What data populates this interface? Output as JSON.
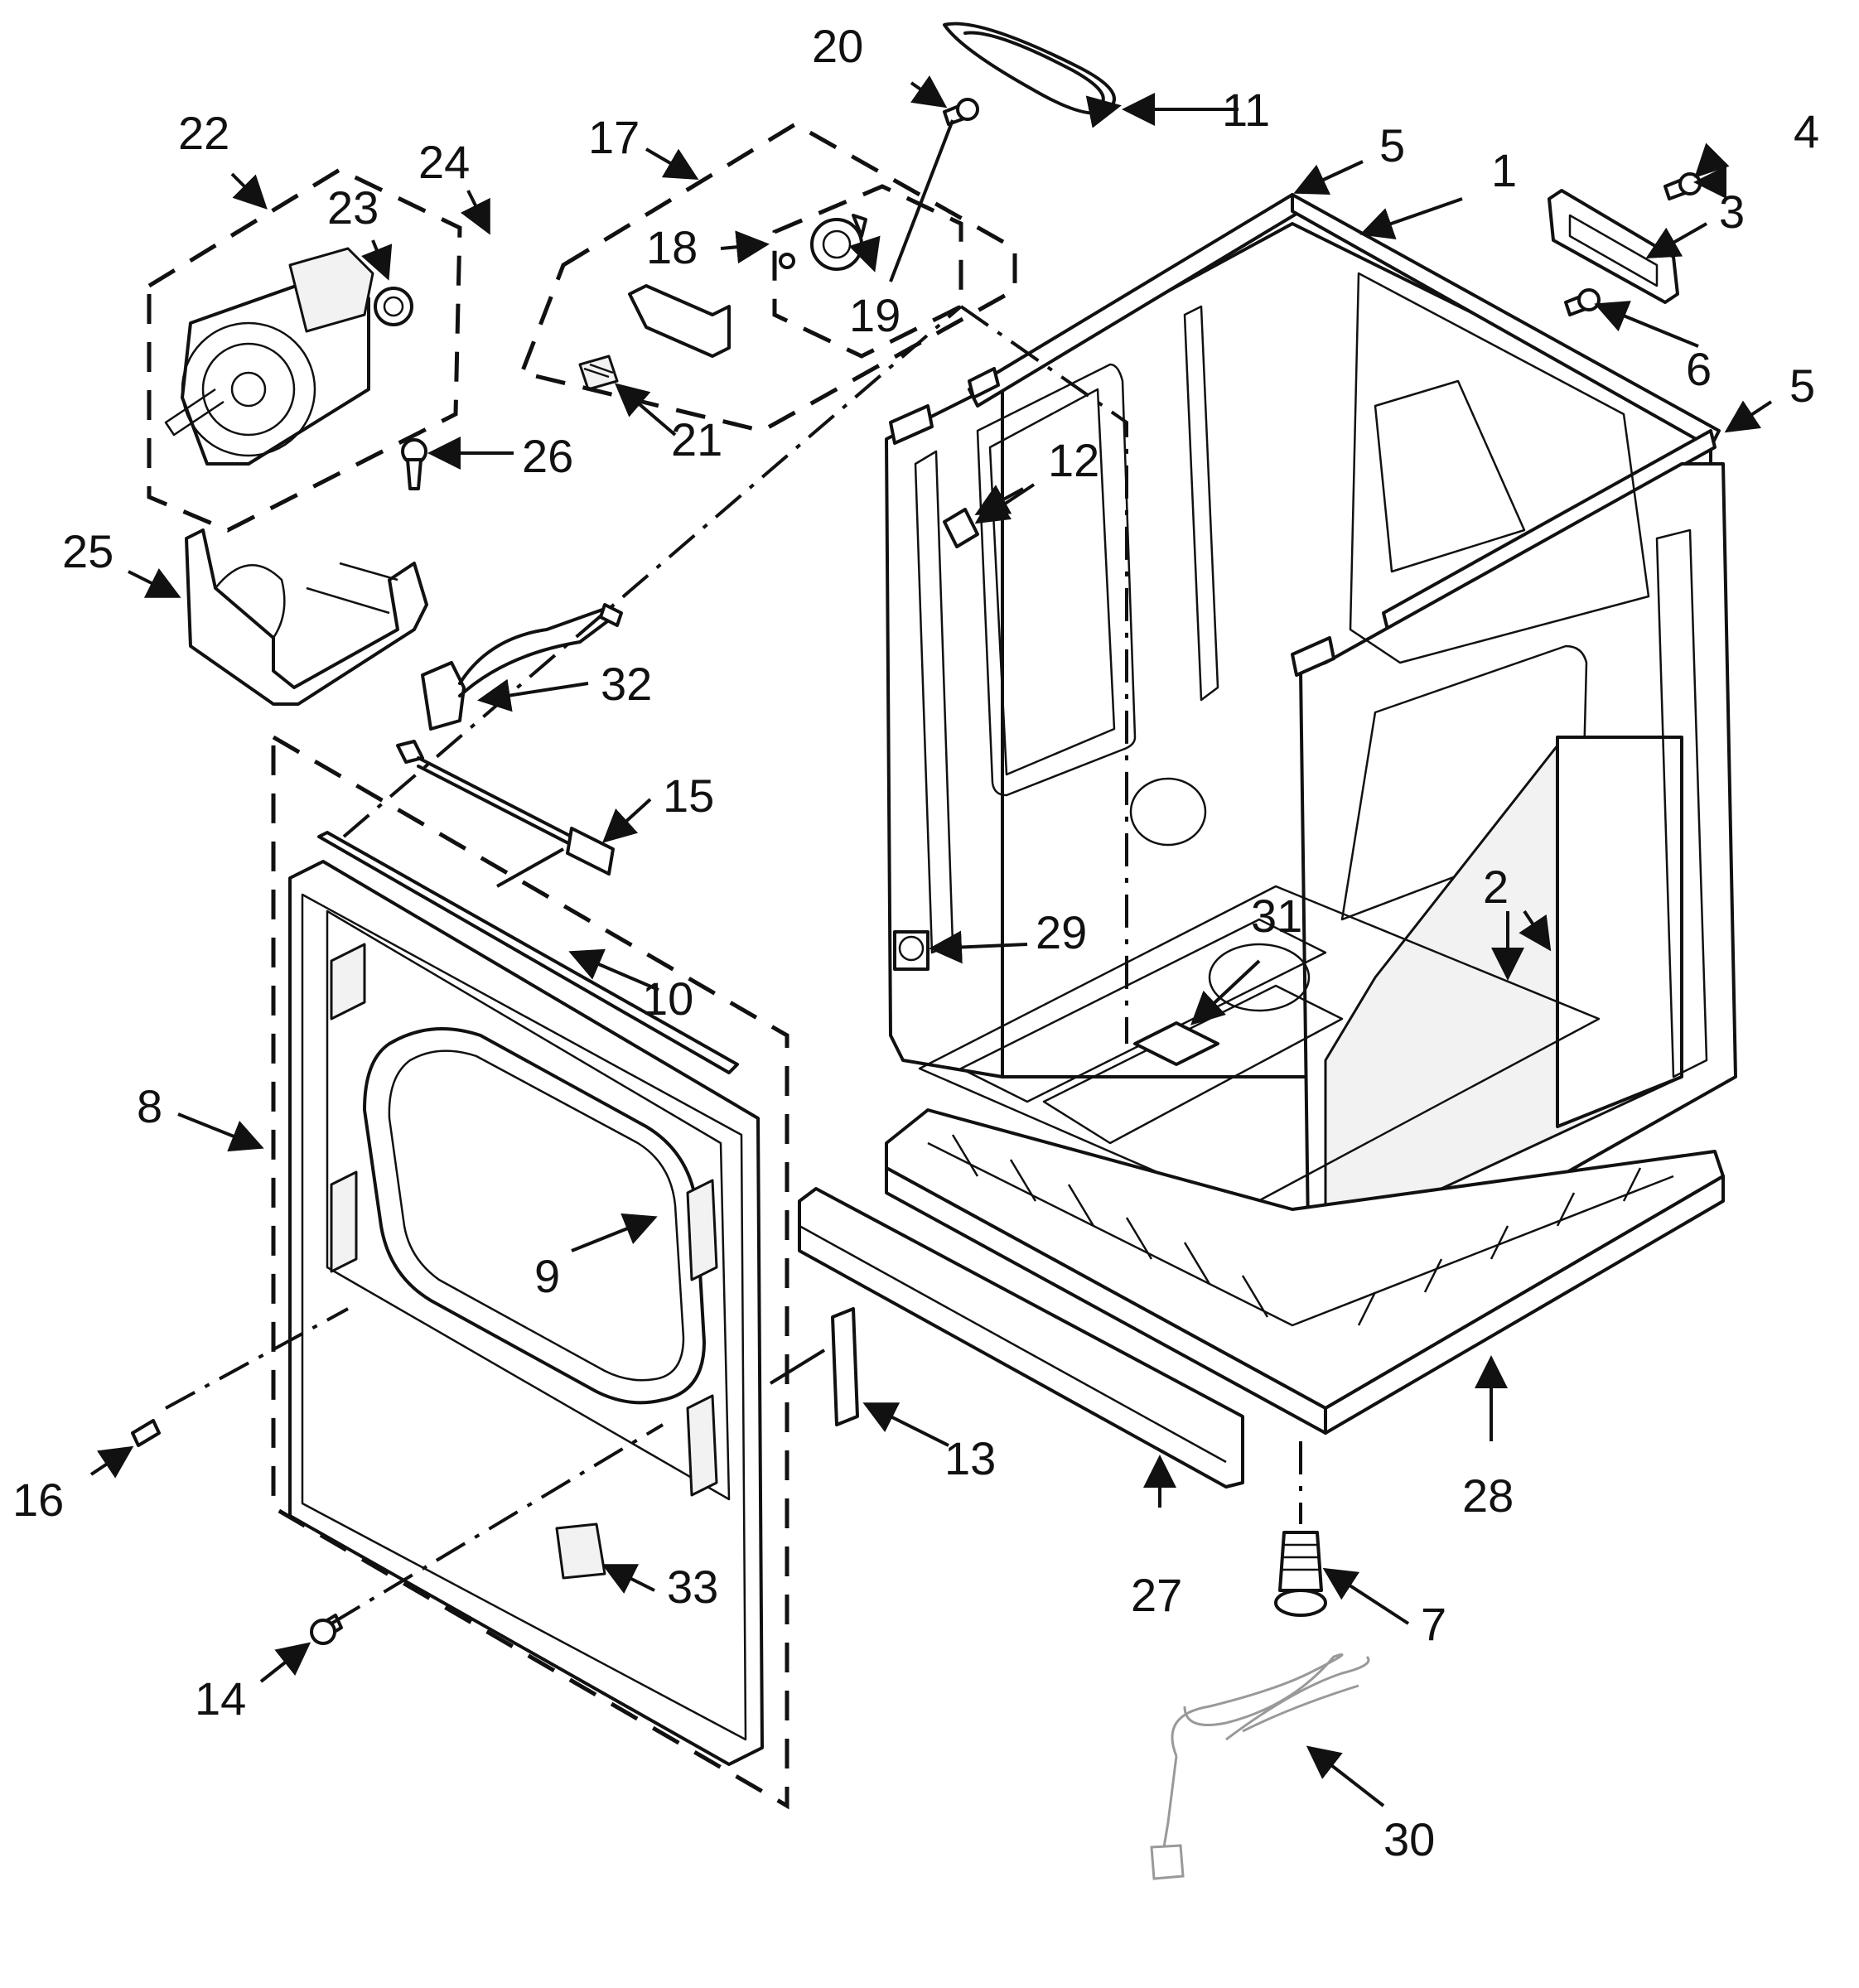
{
  "diagram": {
    "callouts": [
      "1",
      "2",
      "3",
      "4",
      "5",
      "5",
      "6",
      "7",
      "8",
      "9",
      "10",
      "11",
      "12",
      "13",
      "14",
      "15",
      "16",
      "17",
      "18",
      "19",
      "20",
      "21",
      "22",
      "23",
      "24",
      "25",
      "26",
      "27",
      "28",
      "29",
      "30",
      "31",
      "32",
      "33"
    ]
  }
}
